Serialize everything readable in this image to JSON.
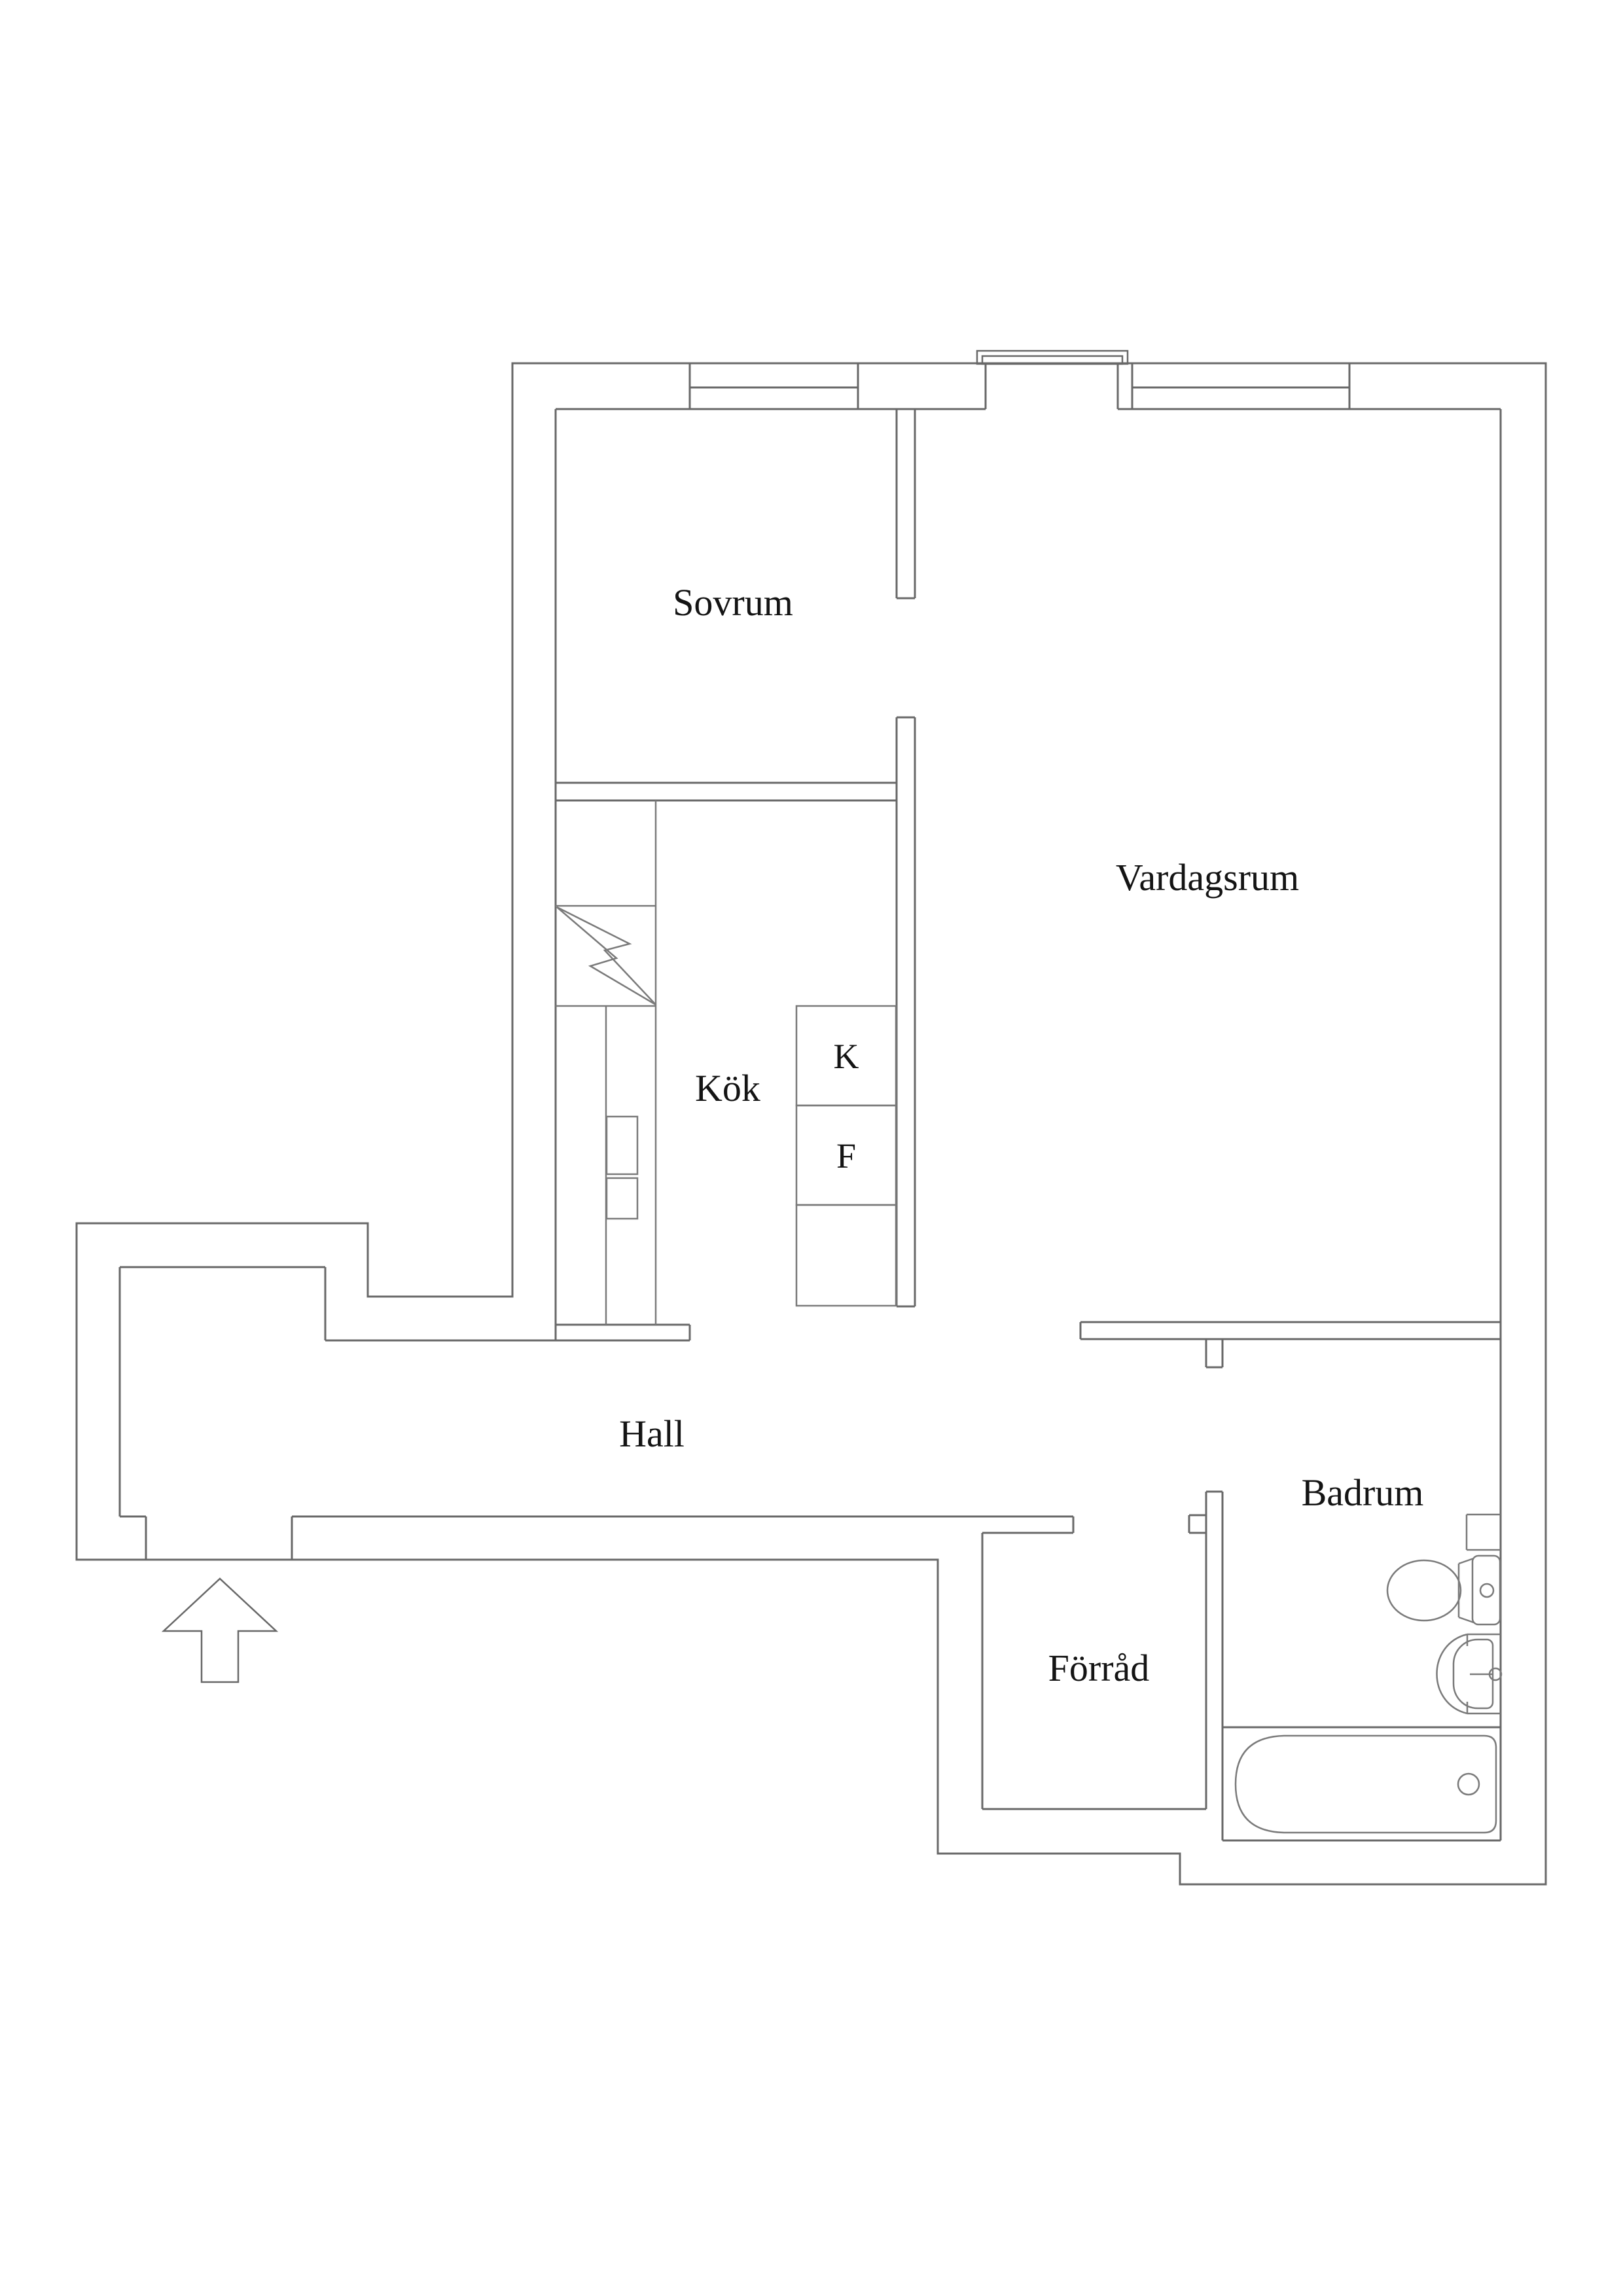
{
  "floor_plan": {
    "type": "apartment-floor-plan",
    "rooms": {
      "sovrum": {
        "label": "Sovrum"
      },
      "vardagsrum": {
        "label": "Vardagsrum"
      },
      "kok": {
        "label": "Kök"
      },
      "hall": {
        "label": "Hall"
      },
      "badrum": {
        "label": "Badrum"
      },
      "forrad": {
        "label": "Förråd"
      }
    },
    "appliances": {
      "kyl": {
        "label": "K"
      },
      "frys": {
        "label": "F"
      }
    },
    "colors": {
      "wall_line": "#686868",
      "fixture_line": "#7a7a7a",
      "text": "#141414",
      "background": "#ffffff"
    }
  }
}
